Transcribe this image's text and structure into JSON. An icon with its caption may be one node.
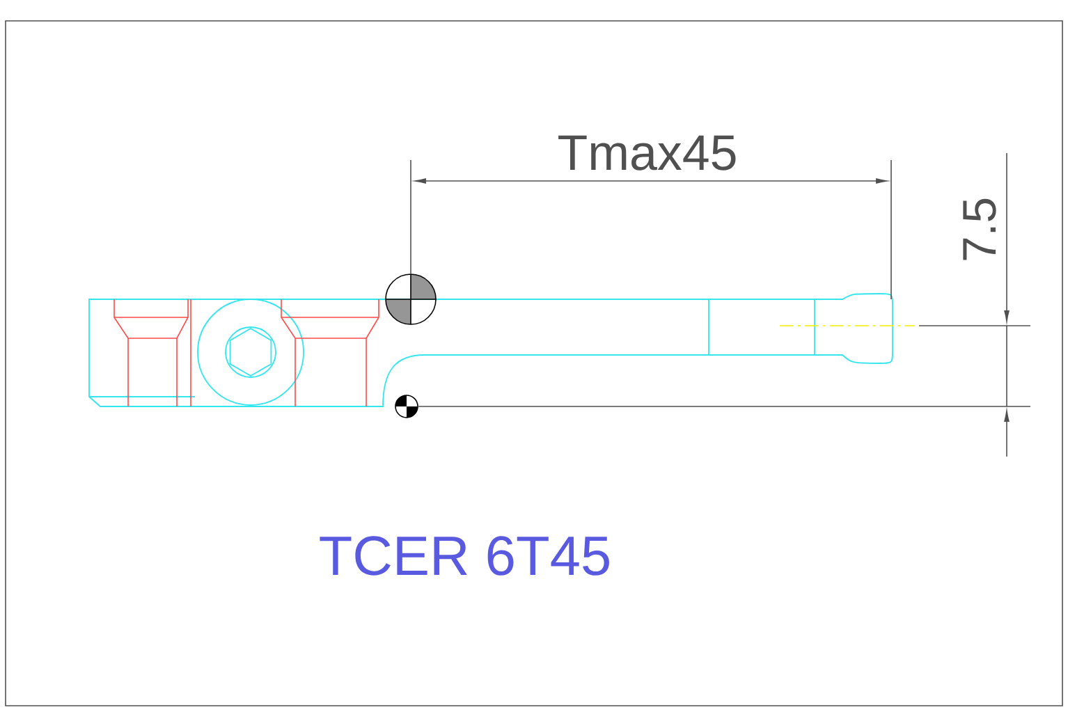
{
  "diagram": {
    "labels": [
      "Tmax45",
      "7.5",
      "TCER 6T45"
    ]
  }
}
